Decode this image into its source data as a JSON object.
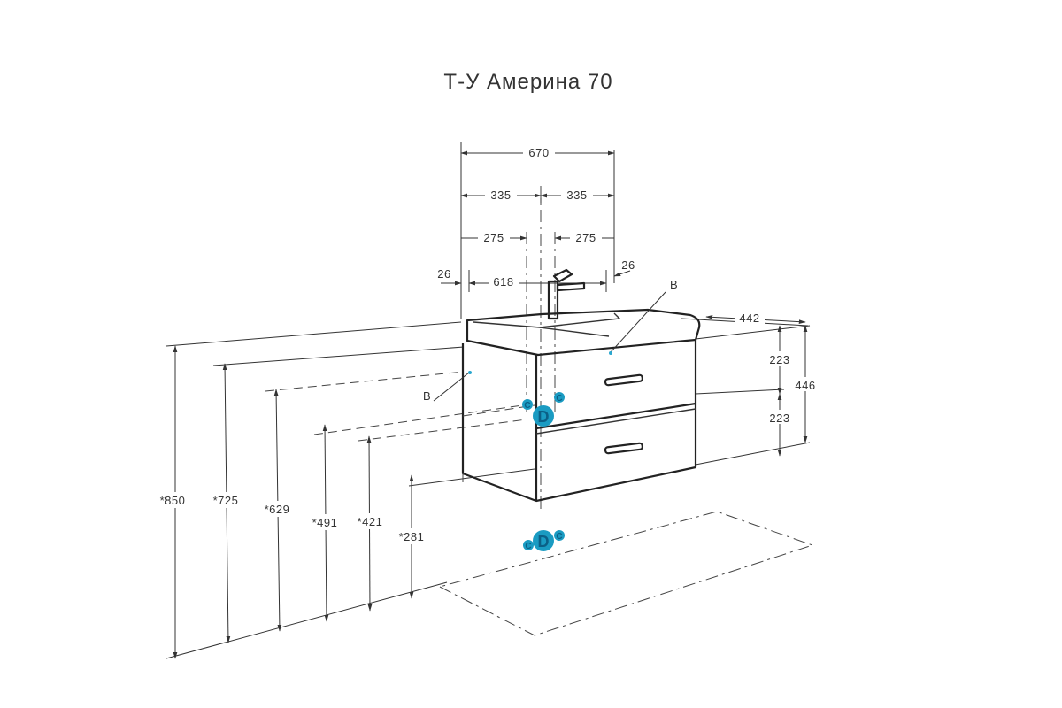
{
  "title": "Т-У Америна 70",
  "dimensions": {
    "width_total": "670",
    "half_left": "335",
    "half_right": "335",
    "offset_left": "275",
    "offset_right": "275",
    "edge_left": "26",
    "inner_width": "618",
    "edge_right": "26",
    "depth": "442",
    "drawer_top": "223",
    "drawer_bottom": "223",
    "body_height": "446"
  },
  "heights": {
    "h850": "*850",
    "h725": "*725",
    "h629": "*629",
    "h491": "*491",
    "h421": "*421",
    "h281": "*281"
  },
  "labels": {
    "b_top": "B",
    "b_left": "B"
  },
  "connectors": {
    "cold": "C",
    "drain": "D",
    "hot": "C"
  },
  "colors": {
    "line": "#333333",
    "connector": "#1a9bc2"
  }
}
